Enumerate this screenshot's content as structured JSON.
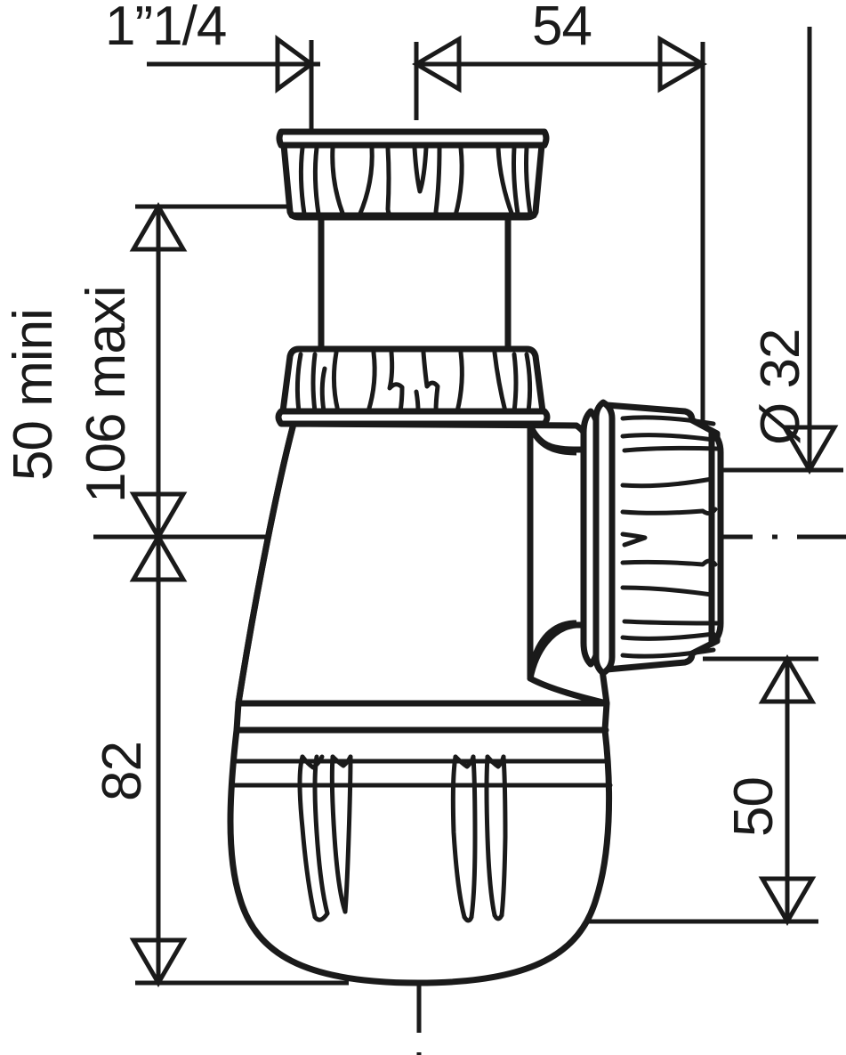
{
  "drawing": {
    "title": "Bottle trap / siphon technical dimension drawing",
    "units": "mm",
    "line_color": "#1a1a1a",
    "background": "#ffffff"
  },
  "dimensions": {
    "thread_top": {
      "label": "1”1/4",
      "orientation": "horizontal",
      "name": "top-thread-size"
    },
    "width_54": {
      "label": "54",
      "orientation": "horizontal",
      "name": "outlet-offset-54"
    },
    "height_min": {
      "label": "50 mini",
      "orientation": "vertical-rotated",
      "name": "height-50-mini"
    },
    "height_max": {
      "label": "106 maxi",
      "orientation": "vertical-rotated",
      "name": "height-106-maxi"
    },
    "height_82": {
      "label": "82",
      "orientation": "vertical-rotated",
      "name": "height-82"
    },
    "outlet_dia": {
      "label": "Ø 32",
      "orientation": "vertical-rotated",
      "name": "outlet-diameter-32"
    },
    "height_50": {
      "label": "50",
      "orientation": "vertical-rotated",
      "name": "outlet-height-50"
    }
  },
  "parts": {
    "top_nut": {
      "name": "top-coupling-nut",
      "description": "knurled coupling nut, flange up"
    },
    "riser_tube": {
      "name": "riser-tube",
      "description": "straight telescopic riser tube"
    },
    "mid_nut": {
      "name": "middle-coupling-nut",
      "description": "knurled coupling nut, flange down"
    },
    "body": {
      "name": "trap-body",
      "description": "tapered bottle trap body"
    },
    "bowl": {
      "name": "removable-bowl",
      "description": "bowl with vertical grip ribs"
    },
    "outlet_elbow": {
      "name": "outlet-elbow",
      "description": "horizontal outlet spigot"
    },
    "outlet_nut": {
      "name": "outlet-coupling-nut",
      "description": "knurled nut on outlet, rotated 90°"
    },
    "seal_washer": {
      "name": "outlet-seal-washer",
      "description": "sealing washer between elbow and nut"
    }
  }
}
